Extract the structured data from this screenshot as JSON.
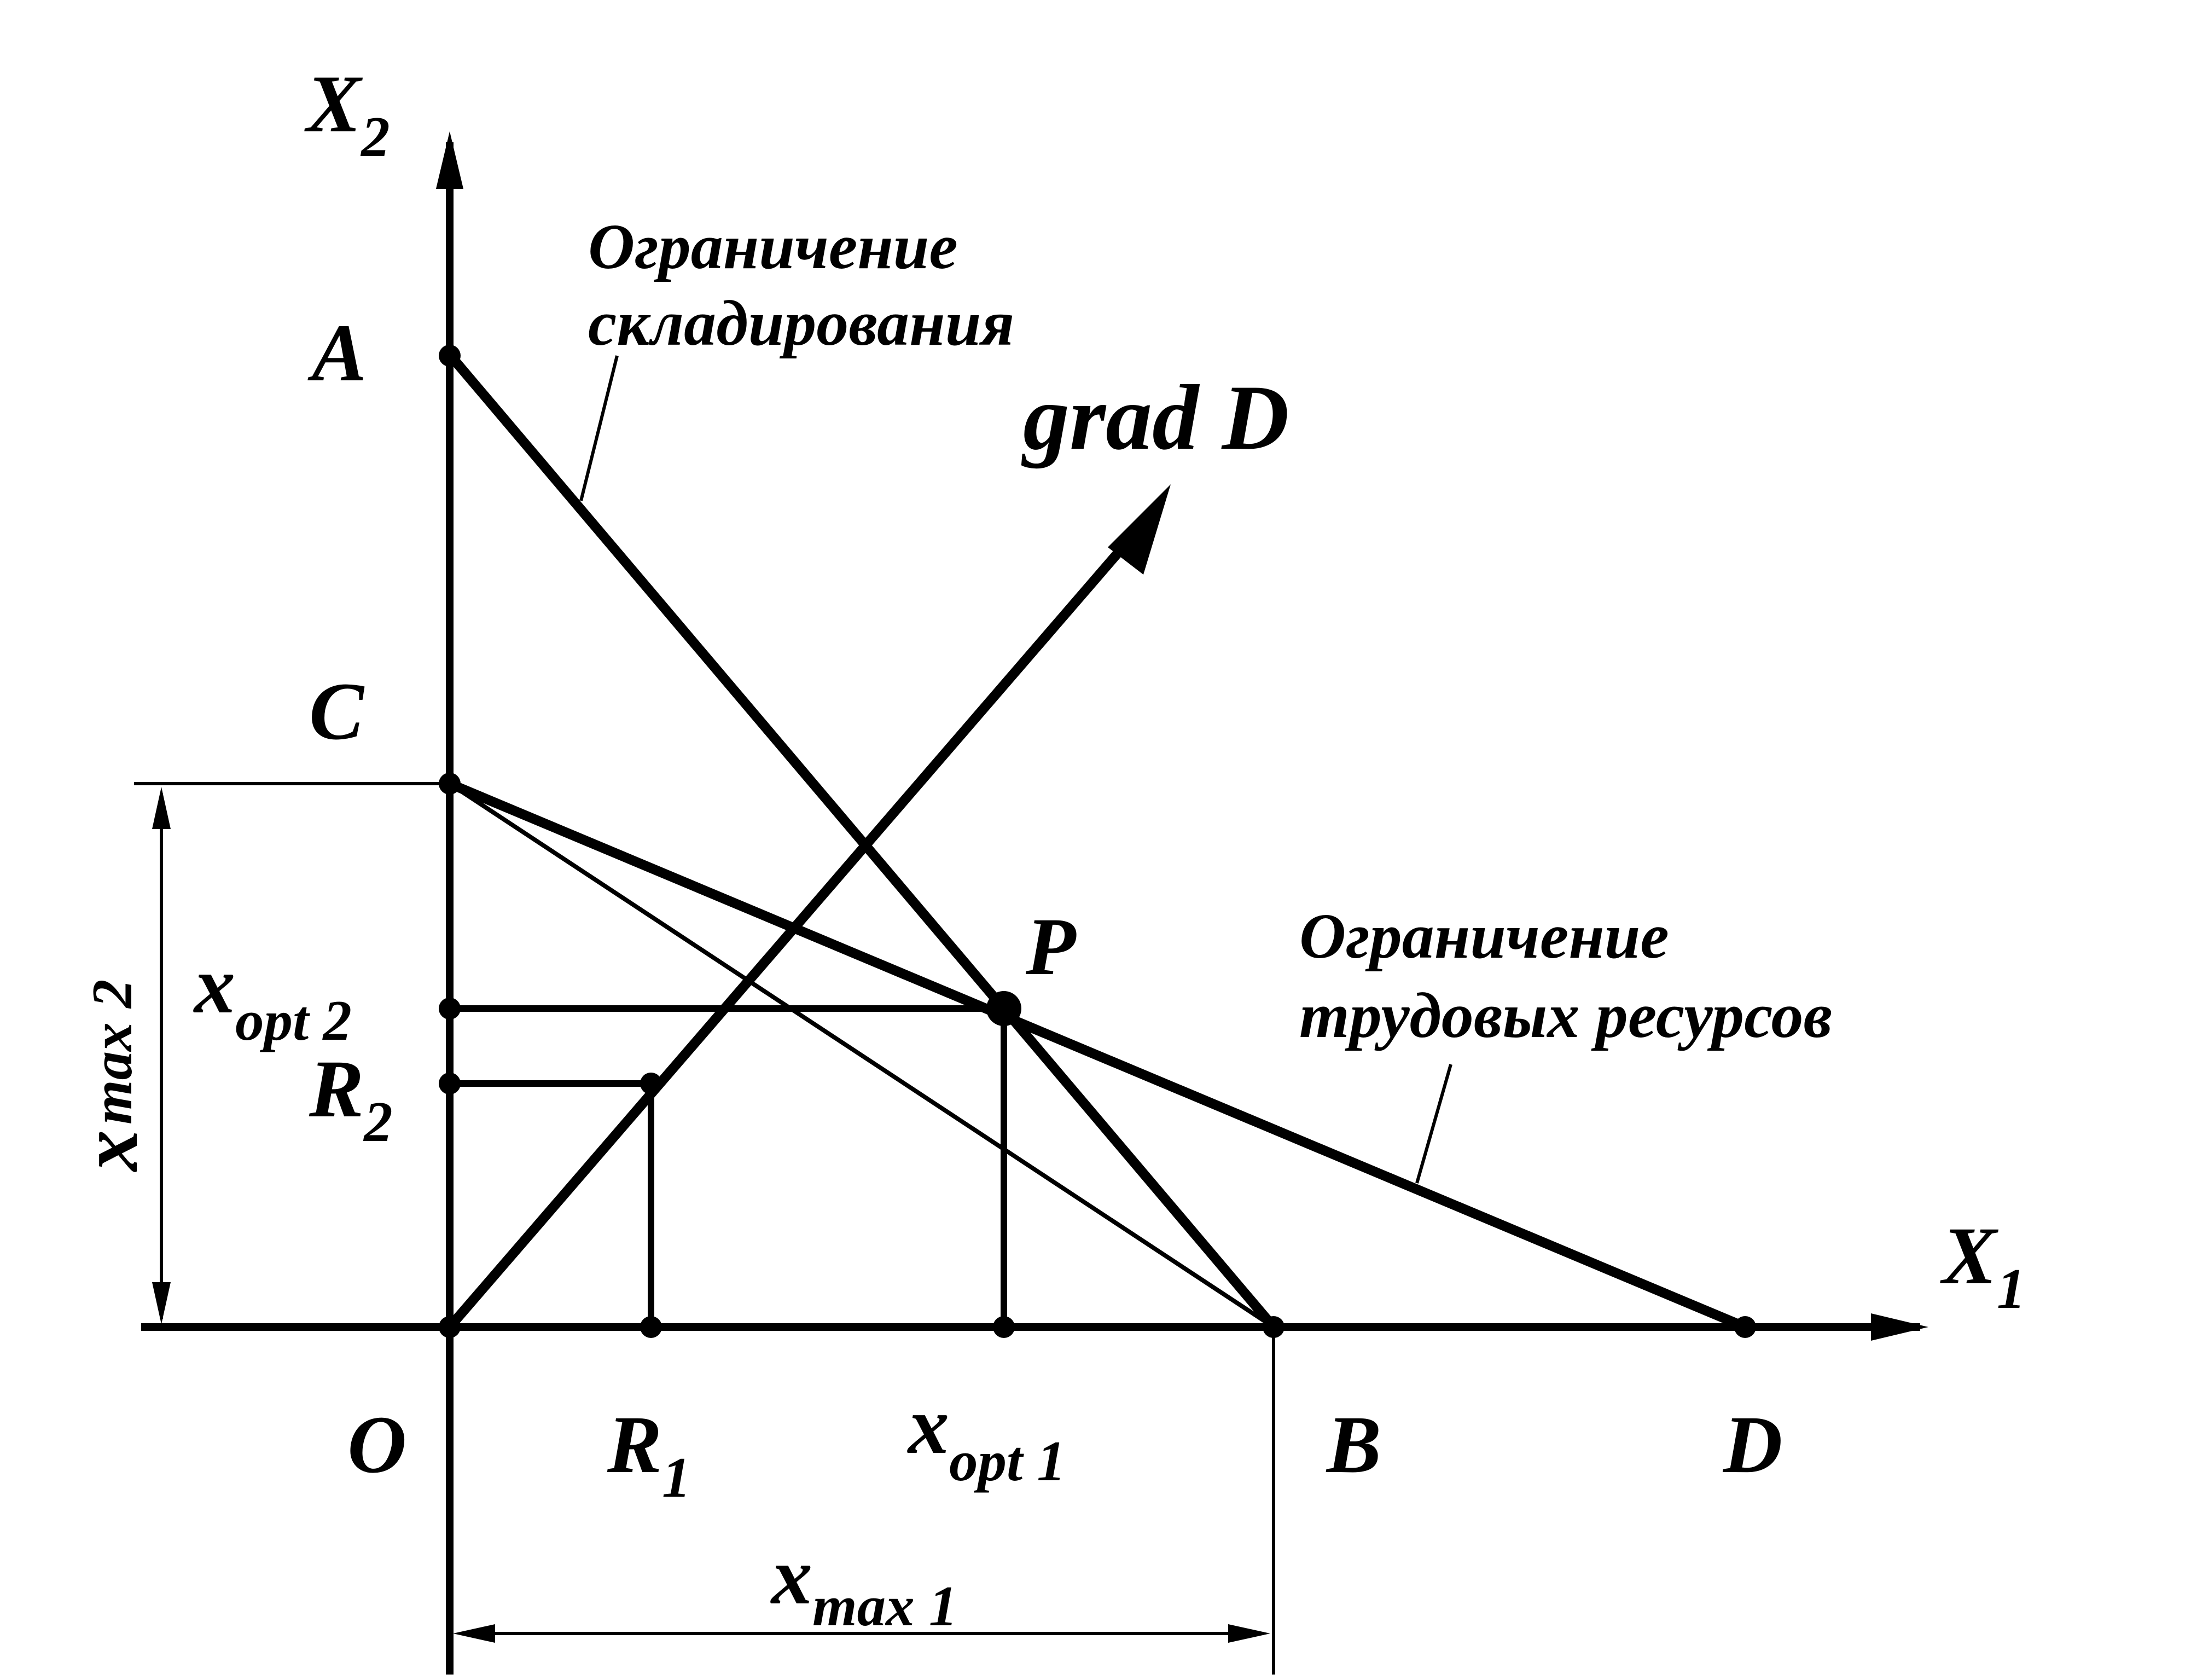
{
  "axes": {
    "x_axis": {
      "label": "X",
      "sub": "1"
    },
    "y_axis": {
      "label": "X",
      "sub": "2"
    }
  },
  "points": {
    "A": "A",
    "C": "C",
    "P": "P",
    "O": "O",
    "B": "B",
    "D": "D",
    "R1": {
      "main": "R",
      "sub": "1"
    },
    "R2": {
      "main": "R",
      "sub": "2"
    }
  },
  "labels": {
    "grad": "grad D",
    "x_opt_1": {
      "main": "x",
      "sub": "opt 1"
    },
    "x_opt_2": {
      "main": "x",
      "sub": "opt 2"
    },
    "x_max_1": {
      "main": "x",
      "sub": "max 1"
    },
    "x_max_2": {
      "main": "x",
      "sub": "max 2"
    }
  },
  "constraints": {
    "storage": {
      "line1": "Ограничение",
      "line2": "складирования"
    },
    "labor": {
      "line1": "Ограничение",
      "line2": "трудовых ресурсов"
    }
  }
}
